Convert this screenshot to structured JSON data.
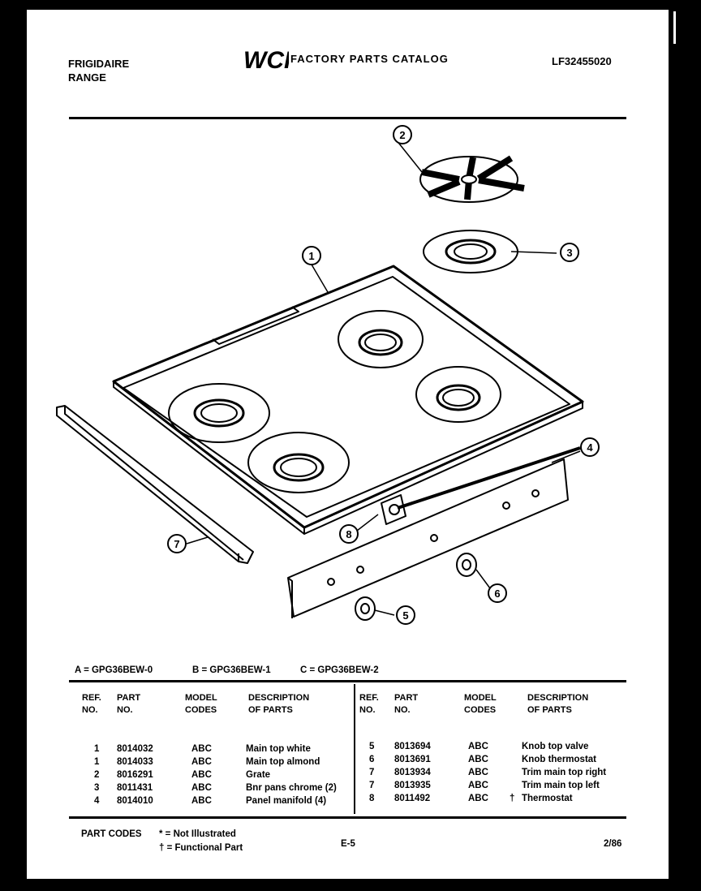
{
  "header": {
    "brand_line1": "FRIGIDAIRE",
    "brand_line2": "RANGE",
    "logo_text": "WCI",
    "catalog_title": "FACTORY PARTS CATALOG",
    "catalog_number": "LF32455020"
  },
  "diagram": {
    "callouts": [
      "1",
      "2",
      "3",
      "4",
      "5",
      "6",
      "7",
      "8"
    ]
  },
  "models": [
    {
      "code": "A",
      "model": "GPG36BEW-0",
      "label": "A = GPG36BEW-0"
    },
    {
      "code": "B",
      "model": "GPG36BEW-1",
      "label": "B = GPG36BEW-1"
    },
    {
      "code": "C",
      "model": "GPG36BEW-2",
      "label": "C = GPG36BEW-2"
    }
  ],
  "table": {
    "columns": {
      "ref": [
        "REF.",
        "NO."
      ],
      "part": [
        "PART",
        "NO."
      ],
      "model": [
        "MODEL",
        "CODES"
      ],
      "desc": [
        "DESCRIPTION",
        "OF PARTS"
      ]
    },
    "left_rows": [
      {
        "ref": "1",
        "part": "8014032",
        "codes": "ABC",
        "mark": "",
        "desc": "Main top white"
      },
      {
        "ref": "1",
        "part": "8014033",
        "codes": "ABC",
        "mark": "",
        "desc": "Main top almond"
      },
      {
        "ref": "2",
        "part": "8016291",
        "codes": "ABC",
        "mark": "",
        "desc": "Grate"
      },
      {
        "ref": "3",
        "part": "8011431",
        "codes": "ABC",
        "mark": "",
        "desc": "Bnr pans chrome (2)"
      },
      {
        "ref": "4",
        "part": "8014010",
        "codes": "ABC",
        "mark": "",
        "desc": "Panel manifold (4)"
      }
    ],
    "right_rows": [
      {
        "ref": "5",
        "part": "8013694",
        "codes": "ABC",
        "mark": "",
        "desc": "Knob top valve"
      },
      {
        "ref": "6",
        "part": "8013691",
        "codes": "ABC",
        "mark": "",
        "desc": "Knob thermostat"
      },
      {
        "ref": "7",
        "part": "8013934",
        "codes": "ABC",
        "mark": "",
        "desc": "Trim main top right"
      },
      {
        "ref": "7",
        "part": "8013935",
        "codes": "ABC",
        "mark": "",
        "desc": "Trim main top left"
      },
      {
        "ref": "8",
        "part": "8011492",
        "codes": "ABC",
        "mark": "†",
        "desc": "Thermostat"
      }
    ]
  },
  "footer": {
    "part_codes_label": "PART CODES",
    "legend_1": "* = Not Illustrated",
    "legend_2": "† = Functional Part",
    "page_number": "E-5",
    "date": "2/86"
  }
}
